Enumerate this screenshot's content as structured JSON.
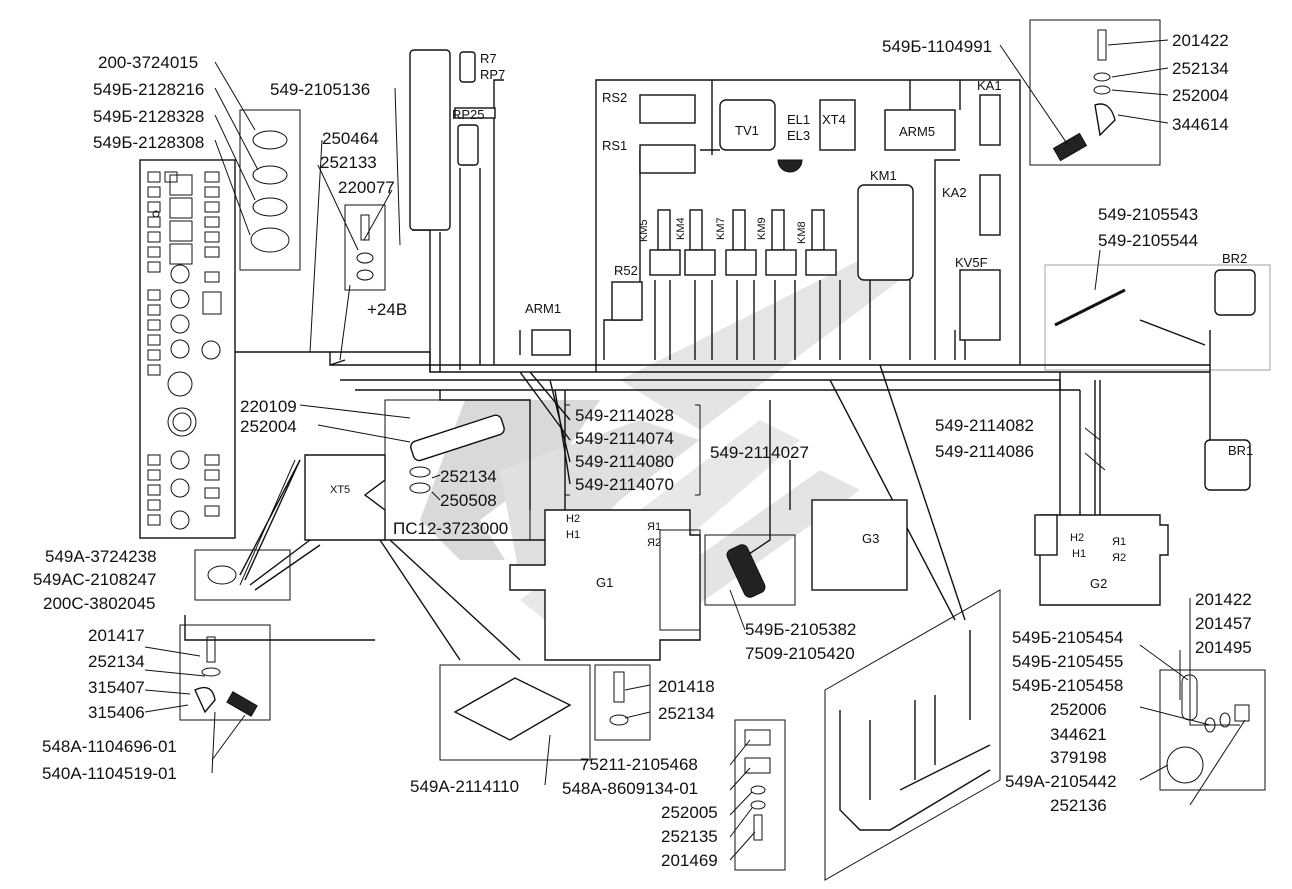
{
  "parts_left": {
    "p1": "200-3724015",
    "p2": "549Б-2128216",
    "p3": "549Б-2128328",
    "p4": "549Б-2128308",
    "p5": "549-2105136",
    "p6": "250464",
    "p7": "252133",
    "p8": "220077",
    "p9": "+24В",
    "p10": "220109",
    "p11": "252004",
    "p12": "252134",
    "p13": "250508",
    "p14": "ПС12-3723000",
    "p15": "549А-3724238",
    "p16": "549АС-2108247",
    "p17": "200С-3802045",
    "p18": "201417",
    "p19": "252134",
    "p20": "315407",
    "p21": "315406",
    "p22": "548А-1104696-01",
    "p23": "540А-1104519-01",
    "p24": "XT5"
  },
  "parts_center": {
    "c1": "R7",
    "c2": "RP7",
    "c3": "RP25",
    "c4": "ARM1",
    "c5": "549-2114028",
    "c6": "549-2114074",
    "c7": "549-2114080",
    "c8": "549-2114070",
    "c9": "549-2114027",
    "c10": "H2",
    "c11": "H1",
    "c12": "Я1",
    "c13": "Я2",
    "c14": "G1",
    "c15": "549Б-2105382",
    "c16": "7509-2105420",
    "c17": "201418",
    "c18": "252134",
    "c19": "549А-2114110",
    "c20": "75211-2105468",
    "c21": "548А-8609134-01",
    "c22": "252005",
    "c23": "252135",
    "c24": "201469",
    "c25": "G3"
  },
  "parts_panel": {
    "k1": "RS2",
    "k2": "RS1",
    "k3": "TV1",
    "k4": "EL1",
    "k5": "EL3",
    "k6": "XT4",
    "k7": "ARM5",
    "k8": "KA1",
    "k9": "KA2",
    "k10": "KM1",
    "k11": "KV5F",
    "k12": "KM5",
    "k13": "KM4",
    "k14": "KM7",
    "k15": "KM9",
    "k16": "KM8",
    "k17": "R52"
  },
  "parts_right": {
    "r1": "549Б-1104991",
    "r2": "201422",
    "r3": "252134",
    "r4": "252004",
    "r5": "344614",
    "r6": "549-2105543",
    "r7": "549-2105544",
    "r8": "BR2",
    "r9": "BR1",
    "r10": "549-2114082",
    "r11": "549-2114086",
    "r12": "H2",
    "r13": "H1",
    "r14": "Я1",
    "r15": "Я2",
    "r16": "G2",
    "r17": "201422",
    "r18": "201457",
    "r19": "201495",
    "r20": "549Б-2105454",
    "r21": "549Б-2105455",
    "r22": "549Б-2105458",
    "r23": "252006",
    "r24": "344621",
    "r25": "379198",
    "r26": "549А-2105442",
    "r27": "252136"
  }
}
